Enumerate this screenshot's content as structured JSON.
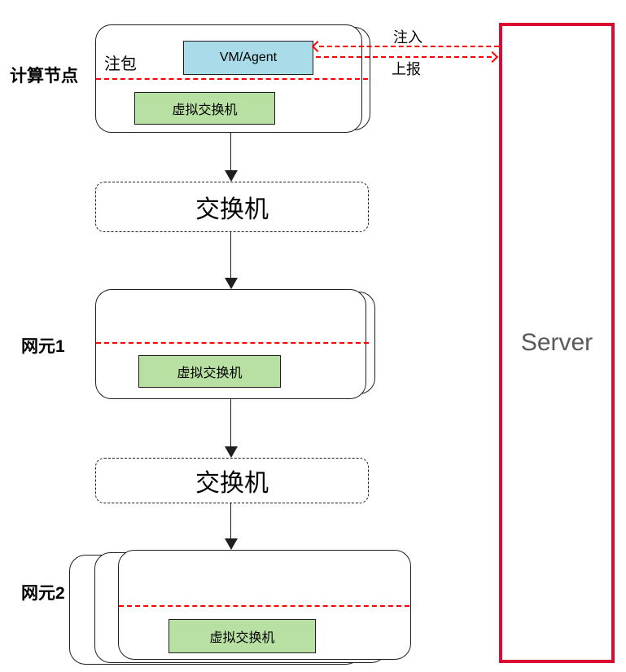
{
  "colors": {
    "vm-fill": "#A9DBE8",
    "vswitch-fill": "#B7E0A2",
    "dash-red": "#FF0000",
    "server-border": "#DC0A32",
    "server-text": "#595959",
    "outline": "#1F1F1F"
  },
  "compute_node": {
    "label": "计算节点",
    "note": "注包",
    "vm_label": "VM/Agent",
    "vswitch_label": "虚拟交换机"
  },
  "flows": {
    "inject_label": "注入",
    "report_label": "上报"
  },
  "switches": [
    {
      "label": "交换机"
    },
    {
      "label": "交换机"
    }
  ],
  "ne1": {
    "label": "网元1",
    "vswitch_label": "虚拟交换机"
  },
  "ne2": {
    "label": "网元2",
    "vswitch_label": "虚拟交换机"
  },
  "server": {
    "label": "Server"
  }
}
